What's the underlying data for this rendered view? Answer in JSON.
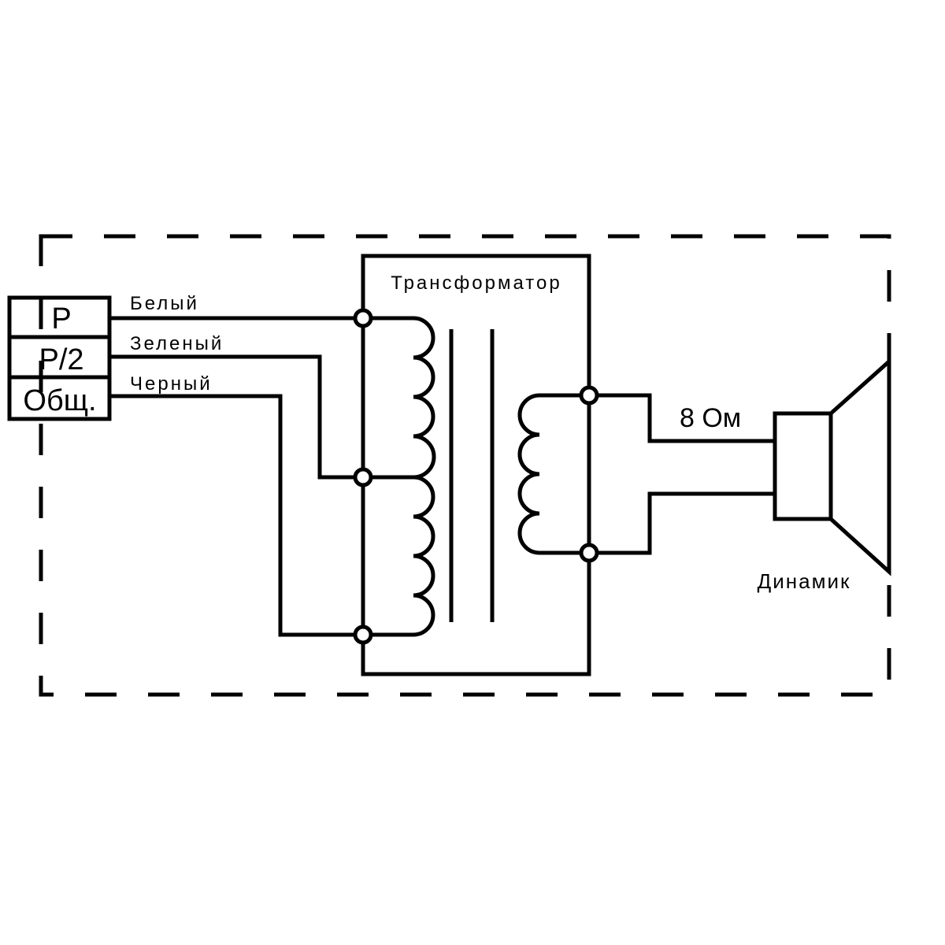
{
  "terminals": [
    {
      "label": "Р"
    },
    {
      "label": "Р/2"
    },
    {
      "label": "Общ."
    }
  ],
  "wires": [
    {
      "label": "Белый"
    },
    {
      "label": "Зеленый"
    },
    {
      "label": "Черный"
    }
  ],
  "transformer": {
    "label": "Трансформатор"
  },
  "impedance": {
    "label": "8 Ом"
  },
  "speaker": {
    "label": "Динамик"
  }
}
